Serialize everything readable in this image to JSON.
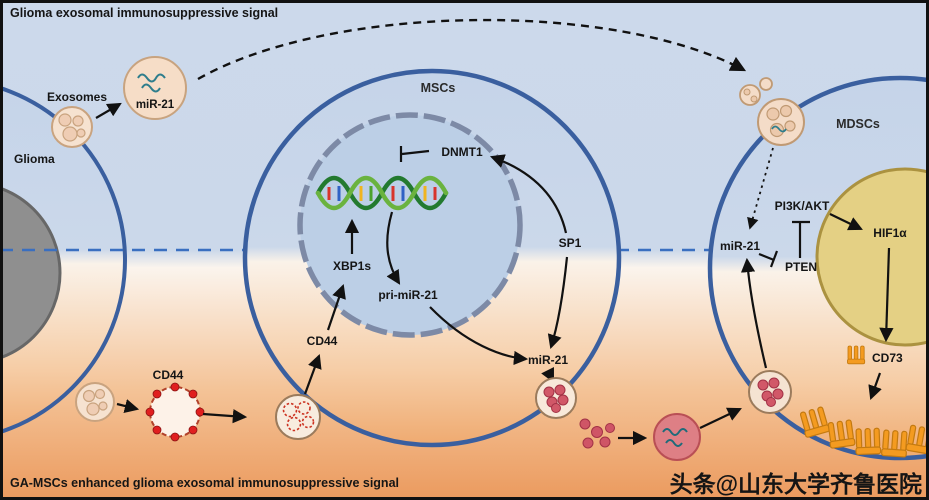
{
  "banner": {
    "top": "Glioma exosomal immunosuppressive signal",
    "bottom": "GA-MSCs enhanced glioma exosomal immunosuppressive signal"
  },
  "watermark": "头条@山东大学齐鲁医院",
  "glioma": {
    "label": "Glioma",
    "exosomes_label": "Exosomes",
    "mir21": "miR-21"
  },
  "msc": {
    "label": "MSCs",
    "dnmt1": "DNMT1",
    "xbp1s": "XBP1s",
    "pri_mir21": "pri-miR-21",
    "sp1": "SP1",
    "cd44": "CD44",
    "mir21": "miR-21",
    "cd44_vesicle": "CD44"
  },
  "mdsc": {
    "label": "MDSCs",
    "mir21": "miR-21",
    "pi3k_akt": "PI3K/AKT",
    "pten": "PTEN",
    "hif1a": "HIF1α",
    "cd73": "CD73"
  },
  "colors": {
    "cell_border": "#3a5f9f",
    "midline": "#3a6fc0",
    "receptor_orange": "#f49b20",
    "helix_green": "#2e8b2e",
    "watermark_red": "#e34a4a",
    "mdsc_nucleus": "#e4d084",
    "glioma_nucleus": "#8f8f8f",
    "red_exosome": "#de7f85"
  }
}
